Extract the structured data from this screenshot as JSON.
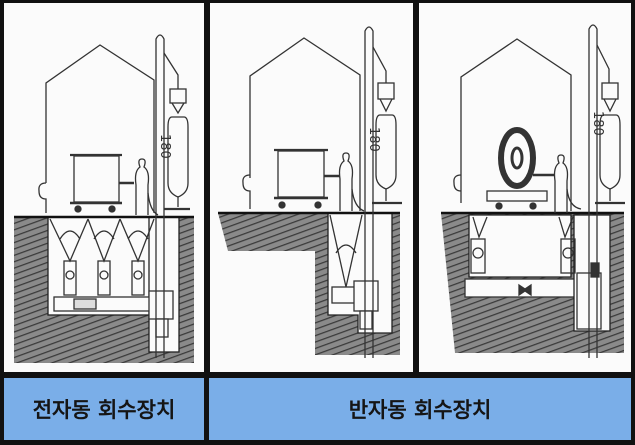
{
  "figure": {
    "panels": [
      {
        "id": "full-auto",
        "description": "3 hoppers under grate floor, cart on rails, worker with hose, vertical duct with cyclone and filter",
        "duct_mark": "180"
      },
      {
        "id": "semi-auto-cart",
        "description": "single hopper under floor, cart on rails, worker with hose, vertical duct with cyclone and filter",
        "duct_mark": "180"
      },
      {
        "id": "semi-auto-coil",
        "description": "2 hoppers under floor, coil on flat car, worker with hose, vertical duct with cyclone and filter",
        "duct_mark": "180"
      }
    ],
    "labels": {
      "full_auto": "전자동 회수장치",
      "semi_auto": "반자동 회수장치"
    },
    "colors": {
      "label_bar": "#7aaee8",
      "border": "#111111",
      "panel_bg": "#fbfbfb",
      "line": "#333333"
    }
  }
}
